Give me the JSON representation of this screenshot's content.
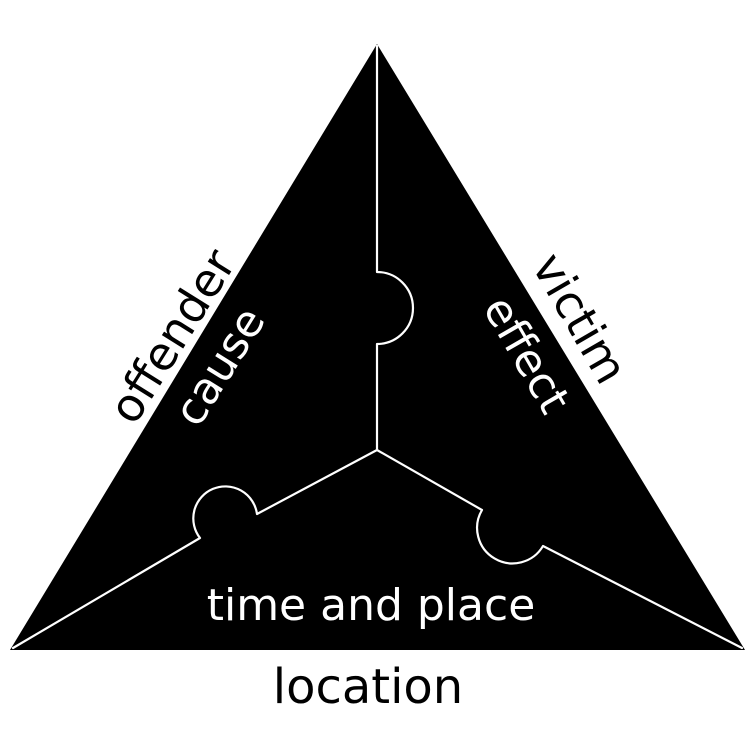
{
  "colors": {
    "triangle_fill": "#000000",
    "seam_line": "#ffffff",
    "inner_text": "#ffffff",
    "outer_text": "#000000",
    "background": "#ffffff"
  },
  "labels": {
    "offender": "offender",
    "cause": "cause",
    "victim": "victim",
    "effect": "effect",
    "time_and_place": "time and place",
    "location": "location"
  }
}
